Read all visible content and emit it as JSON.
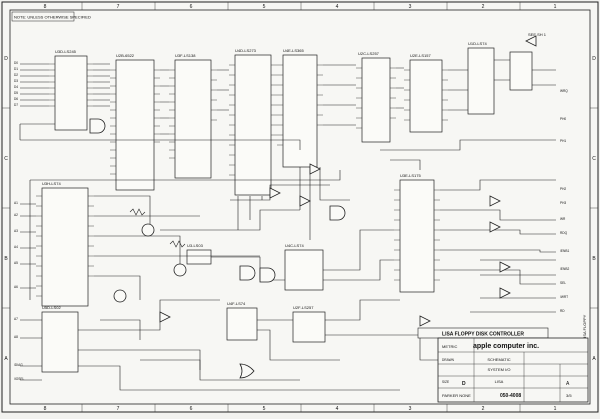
{
  "note": "NOTE: UNLESS OTHERWISE SPECIFIED",
  "see_sheet": "SEE SH 1",
  "border": {
    "col_top": [
      "8",
      "7",
      "6",
      "5",
      "4",
      "3",
      "2",
      "1"
    ],
    "col_bottom": [
      "8",
      "7",
      "6",
      "5",
      "4",
      "3",
      "2",
      "1"
    ],
    "rows_left": [
      "D",
      "C",
      "B",
      "A"
    ],
    "rows_right": [
      "D",
      "C",
      "B",
      "A"
    ]
  },
  "chips": [
    {
      "id": "u3d",
      "label": "U3D-LS245"
    },
    {
      "id": "u2b",
      "label": "U2B-6522"
    },
    {
      "id": "u3f",
      "label": "U3F-LS138"
    },
    {
      "id": "u4d",
      "label": "U4D-LS273"
    },
    {
      "id": "u4e",
      "label": "U4E-LS365"
    },
    {
      "id": "u2c",
      "label": "U2C-LS257"
    },
    {
      "id": "u2e",
      "label": "U2E-LS157"
    },
    {
      "id": "u1d",
      "label": "U1D-LS74"
    },
    {
      "id": "u3h",
      "label": "U3H-LS74"
    },
    {
      "id": "u5d",
      "label": "U5D-LS02"
    },
    {
      "id": "u3e",
      "label": "U3E-LS175"
    },
    {
      "id": "u4c",
      "label": "U4C-LS74"
    },
    {
      "id": "u4f",
      "label": "U4F-LS74"
    },
    {
      "id": "u2f",
      "label": "U2F-LS257"
    }
  ],
  "ic_small": {
    "label": "U3-LS03"
  },
  "title_block": {
    "title": "LISA FLOPPY DISK CONTROLLER",
    "company": "apple computer inc.",
    "metric": "METRIC",
    "drawing": "SCHEMATIC",
    "system": "SYSTEM I/O",
    "product": "LISA",
    "drawn": "DRAWN",
    "size_label": "SIZE",
    "size": "D",
    "dwg_no": "050-4008",
    "rev": "A",
    "sheet": "3/5",
    "maker": "PARKER NONE"
  },
  "side_label": "LISA FLOPPY",
  "left_signals": [
    "D0",
    "D1",
    "D2",
    "D3",
    "D4",
    "D5",
    "D6",
    "D7",
    "A1",
    "A2",
    "A3",
    "A4",
    "A5",
    "A6",
    "A7",
    "A8",
    "/DIAG",
    "/IOSEL"
  ],
  "right_signals": [
    "WRQ",
    "PH0",
    "PH1",
    "PH2",
    "PH3",
    "WR",
    "RDQ",
    "/ENB1",
    "/ENB2",
    "SEL",
    "/WRT",
    "RD"
  ]
}
